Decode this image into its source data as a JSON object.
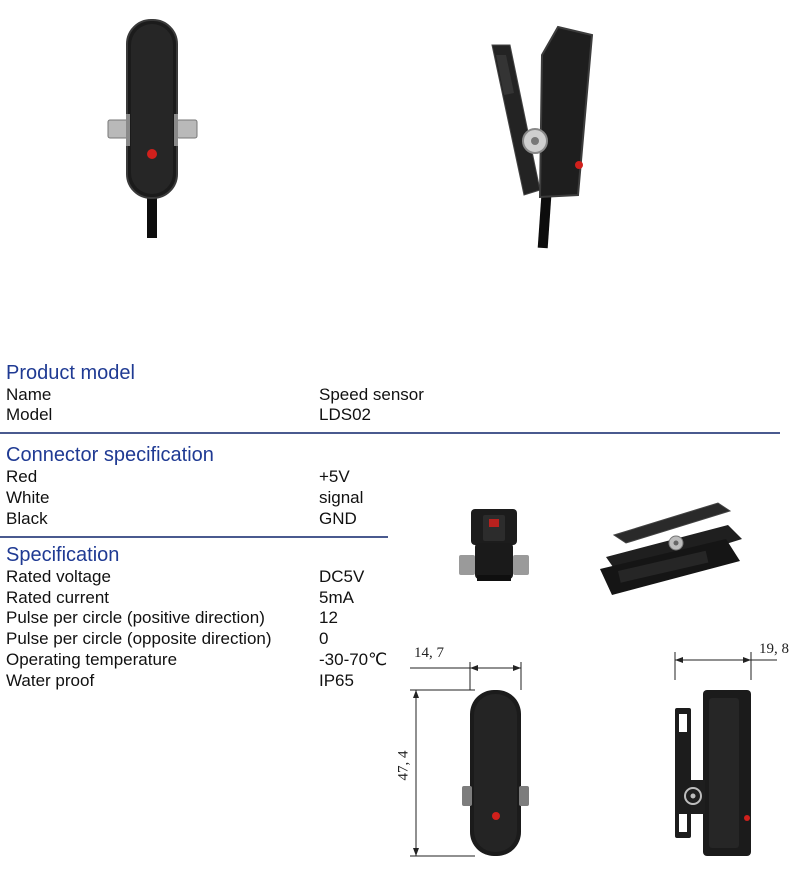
{
  "product_model": {
    "title": "Product model",
    "rows": [
      {
        "label": "Name",
        "value": "Speed sensor"
      },
      {
        "label": "Model",
        "value": "LDS02"
      }
    ]
  },
  "connector": {
    "title": "Connector specification",
    "rows": [
      {
        "label": "Red",
        "value": "+5V"
      },
      {
        "label": "White",
        "value": "signal"
      },
      {
        "label": "Black",
        "value": "GND"
      }
    ]
  },
  "specification": {
    "title": "Specification",
    "rows": [
      {
        "label": "Rated voltage",
        "value": "DC5V"
      },
      {
        "label": "Rated current",
        "value": "5mA"
      },
      {
        "label": "Pulse per circle (positive direction)",
        "value": "12"
      },
      {
        "label": "Pulse per circle (opposite direction)",
        "value": "0"
      },
      {
        "label": "Operating temperature",
        "value": "-30-70℃"
      },
      {
        "label": "Water proof",
        "value": "IP65"
      }
    ]
  },
  "dimensions": {
    "front_width": "14, 7",
    "front_height": "47, 4",
    "side_width": "19, 8"
  },
  "colors": {
    "section_title": "#1f3a93",
    "sensor_body": "#1b1b1b",
    "indicator_led": "#d0201c"
  },
  "icons": {
    "front_view": "sensor-front-photo",
    "side_view": "sensor-side-clip-photo",
    "top_view": "sensor-top-photo",
    "clip_view": "sensor-clip-angled-photo",
    "front_drawing": "sensor-front-dimension-drawing",
    "side_drawing": "sensor-side-dimension-drawing"
  }
}
